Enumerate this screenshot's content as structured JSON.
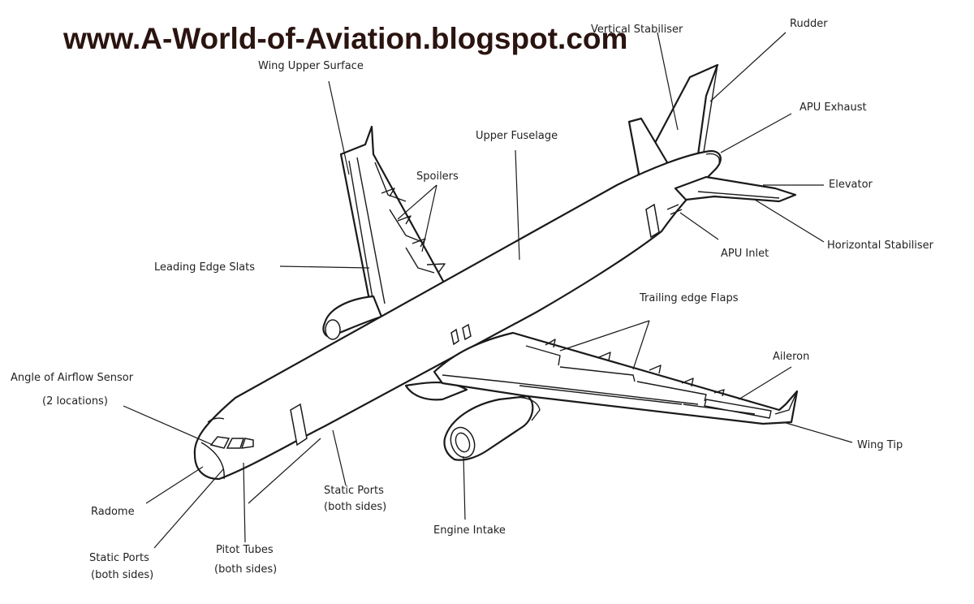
{
  "title": "www.A-World-of-Aviation.blogspot.com",
  "labels": {
    "vertical_stabiliser": "Vertical Stabiliser",
    "rudder": "Rudder",
    "wing_upper_surface": "Wing Upper Surface",
    "apu_exhaust": "APU Exhaust",
    "upper_fuselage": "Upper Fuselage",
    "spoilers": "Spoilers",
    "elevator": "Elevator",
    "horizontal_stabiliser": "Horizontal Stabiliser",
    "leading_edge_slats": "Leading Edge Slats",
    "apu_inlet": "APU Inlet",
    "trailing_edge_flaps": "Trailing edge Flaps",
    "aileron": "Aileron",
    "angle_of_airflow_sensor": "Angle of Airflow Sensor",
    "two_locations": "(2 locations)",
    "wing_tip": "Wing Tip",
    "static_ports_mid": "Static Ports",
    "both_sides_mid": "(both sides)",
    "radome": "Radome",
    "engine_intake": "Engine Intake",
    "pitot_tubes": "Pitot Tubes",
    "both_sides_pitot": "(both sides)",
    "static_ports_nose": "Static Ports",
    "both_sides_nose": "(both sides)"
  }
}
